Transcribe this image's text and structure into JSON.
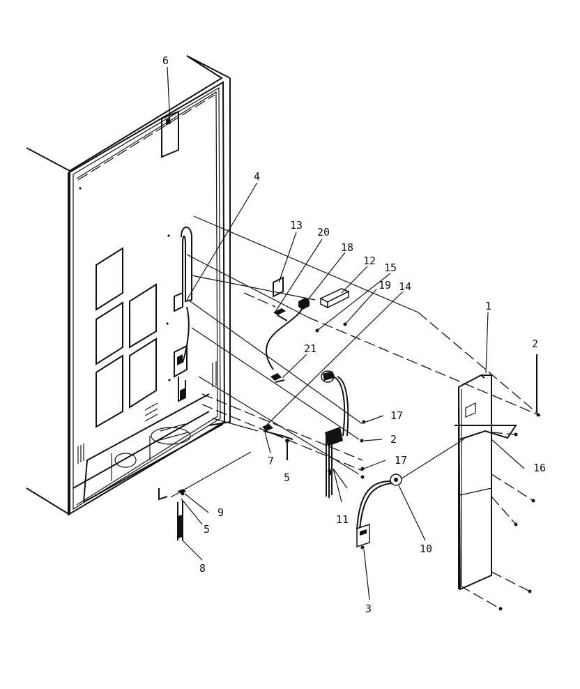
{
  "diagram": {
    "callouts": [
      "6",
      "4",
      "13",
      "20",
      "18",
      "12",
      "15",
      "19",
      "14",
      "1",
      "2",
      "21",
      "17",
      "2",
      "16",
      "7",
      "5",
      "17",
      "9",
      "5",
      "11",
      "10",
      "8",
      "3"
    ]
  }
}
